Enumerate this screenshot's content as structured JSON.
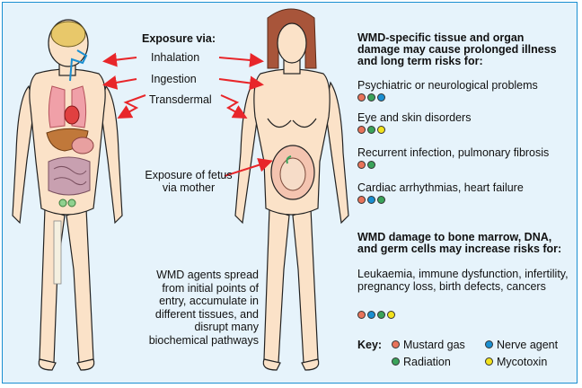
{
  "colors": {
    "mustard": "#e8735a",
    "nerve": "#1a8fd1",
    "radiation": "#3aa35a",
    "mycotoxin": "#f2e21c",
    "frame": "#1a8fd1",
    "background": "#e6f3fb",
    "arrow": "#e8262a"
  },
  "exposure": {
    "title": "Exposure via:",
    "routes": [
      "Inhalation",
      "Ingestion",
      "Transdermal"
    ],
    "fetus": "Exposure of fetus via mother"
  },
  "spread_note": "WMD agents spread from initial points of entry, accumulate in different tissues, and disrupt many biochemical pathways",
  "section1": {
    "heading": "WMD-specific tissue and organ damage may cause prolonged illness and long term risks for:",
    "items": [
      {
        "label": "Psychiatric or neurological problems",
        "agents": [
          "mustard",
          "radiation",
          "nerve"
        ]
      },
      {
        "label": "Eye and skin disorders",
        "agents": [
          "mustard",
          "radiation",
          "mycotoxin"
        ]
      },
      {
        "label": "Recurrent infection, pulmonary fibrosis",
        "agents": [
          "mustard",
          "radiation"
        ]
      },
      {
        "label": "Cardiac arrhythmias, heart failure",
        "agents": [
          "mustard",
          "nerve",
          "radiation"
        ]
      }
    ]
  },
  "section2": {
    "heading": "WMD damage to bone marrow, DNA, and germ cells may increase risks for:",
    "items": [
      {
        "label": "Leukaemia, immune dysfunction, infertility, pregnancy loss, birth defects, cancers",
        "agents": [
          "mustard",
          "nerve",
          "radiation",
          "mycotoxin"
        ]
      }
    ]
  },
  "key": {
    "title": "Key:",
    "entries": [
      {
        "agent": "mustard",
        "label": "Mustard gas"
      },
      {
        "agent": "nerve",
        "label": "Nerve agent"
      },
      {
        "agent": "radiation",
        "label": "Radiation"
      },
      {
        "agent": "mycotoxin",
        "label": "Mycotoxin"
      }
    ]
  }
}
